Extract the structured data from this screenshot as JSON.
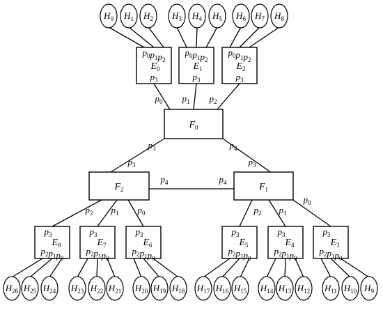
{
  "diagram": {
    "hosts": [
      {
        "id": "H0",
        "base": "H",
        "sub": "0"
      },
      {
        "id": "H1",
        "base": "H",
        "sub": "1"
      },
      {
        "id": "H2",
        "base": "H",
        "sub": "2"
      },
      {
        "id": "H3",
        "base": "H",
        "sub": "3"
      },
      {
        "id": "H4",
        "base": "H",
        "sub": "4"
      },
      {
        "id": "H5",
        "base": "H",
        "sub": "5"
      },
      {
        "id": "H6",
        "base": "H",
        "sub": "6"
      },
      {
        "id": "H7",
        "base": "H",
        "sub": "7"
      },
      {
        "id": "H8",
        "base": "H",
        "sub": "8"
      },
      {
        "id": "H9",
        "base": "H",
        "sub": "9"
      },
      {
        "id": "H10",
        "base": "H",
        "sub": "10"
      },
      {
        "id": "H11",
        "base": "H",
        "sub": "11"
      },
      {
        "id": "H12",
        "base": "H",
        "sub": "12"
      },
      {
        "id": "H13",
        "base": "H",
        "sub": "13"
      },
      {
        "id": "H14",
        "base": "H",
        "sub": "14"
      },
      {
        "id": "H15",
        "base": "H",
        "sub": "15"
      },
      {
        "id": "H16",
        "base": "H",
        "sub": "16"
      },
      {
        "id": "H17",
        "base": "H",
        "sub": "17"
      },
      {
        "id": "H18",
        "base": "H",
        "sub": "18"
      },
      {
        "id": "H19",
        "base": "H",
        "sub": "19"
      },
      {
        "id": "H20",
        "base": "H",
        "sub": "20"
      },
      {
        "id": "H21",
        "base": "H",
        "sub": "21"
      },
      {
        "id": "H22",
        "base": "H",
        "sub": "22"
      },
      {
        "id": "H23",
        "base": "H",
        "sub": "23"
      },
      {
        "id": "H24",
        "base": "H",
        "sub": "24"
      },
      {
        "id": "H25",
        "base": "H",
        "sub": "25"
      },
      {
        "id": "H26",
        "base": "H",
        "sub": "26"
      }
    ],
    "edge_switches": [
      {
        "id": "E0",
        "base": "E",
        "sub": "0"
      },
      {
        "id": "E1",
        "base": "E",
        "sub": "1"
      },
      {
        "id": "E2",
        "base": "E",
        "sub": "2"
      },
      {
        "id": "E3",
        "base": "E",
        "sub": "3"
      },
      {
        "id": "E4",
        "base": "E",
        "sub": "4"
      },
      {
        "id": "E5",
        "base": "E",
        "sub": "5"
      },
      {
        "id": "E6",
        "base": "E",
        "sub": "6"
      },
      {
        "id": "E7",
        "base": "E",
        "sub": "7"
      },
      {
        "id": "E8",
        "base": "E",
        "sub": "8"
      }
    ],
    "core_switches": [
      {
        "id": "F0",
        "base": "F",
        "sub": "0"
      },
      {
        "id": "F1",
        "base": "F",
        "sub": "1"
      },
      {
        "id": "F2",
        "base": "F",
        "sub": "2"
      }
    ],
    "ports": {
      "p0": {
        "base": "p",
        "sub": "0"
      },
      "p1": {
        "base": "p",
        "sub": "1"
      },
      "p2": {
        "base": "p",
        "sub": "2"
      },
      "p3": {
        "base": "p",
        "sub": "3"
      },
      "p4": {
        "base": "p",
        "sub": "4"
      }
    },
    "host_ports_top": [
      "p0",
      "p1",
      "p2"
    ],
    "host_ports_bottom": [
      "p2",
      "p1",
      "p0"
    ],
    "uplink_port": "p3",
    "links": [
      {
        "from": "E0",
        "to": "F0",
        "port": "p0"
      },
      {
        "from": "E1",
        "to": "F0",
        "port": "p1"
      },
      {
        "from": "E2",
        "to": "F0",
        "port": "p2"
      },
      {
        "from": "F0",
        "to": "F2",
        "port_a": "p3",
        "port_b": "p3"
      },
      {
        "from": "F0",
        "to": "F1",
        "port_a": "p4",
        "port_b": "p3"
      },
      {
        "from": "F2",
        "to": "F1",
        "port_a": "p4",
        "port_b": "p4"
      },
      {
        "from": "F2",
        "to": "E8",
        "port": "p2"
      },
      {
        "from": "F2",
        "to": "E7",
        "port": "p1"
      },
      {
        "from": "F2",
        "to": "E6",
        "port": "p0"
      },
      {
        "from": "F1",
        "to": "E5",
        "port": "p2"
      },
      {
        "from": "F1",
        "to": "E4",
        "port": "p1"
      },
      {
        "from": "F1",
        "to": "E3",
        "port": "p0"
      }
    ]
  }
}
